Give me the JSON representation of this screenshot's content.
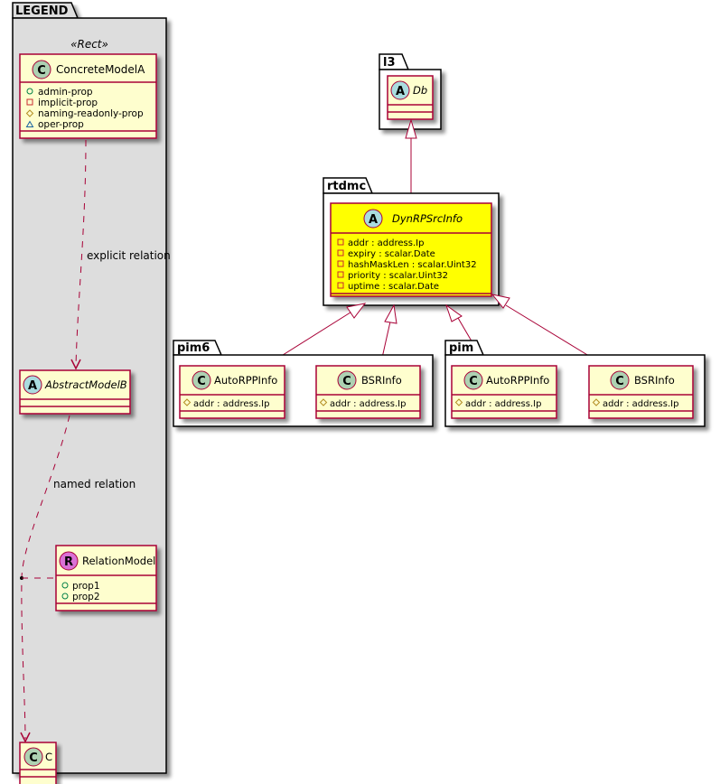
{
  "colors": {
    "class_fill": "#FEFECE",
    "class_border": "#A80036",
    "highlight_fill": "#FFFF00",
    "legend_fill": "#DDDDDD",
    "package_fill": "#FFFFFF",
    "badge_class": "#ADD1B2",
    "badge_abstract": "#A9DCDF",
    "badge_relation": "#DA70D6",
    "vis_public": "#038048",
    "vis_private": "#C82930",
    "vis_protected": "#B38D22",
    "vis_package": "#1963A0",
    "arrow": "#A80036"
  },
  "legend": {
    "package_label": "LEGEND",
    "stereotype": "«Rect»",
    "concrete": {
      "badge": "C",
      "name": "ConcreteModelA",
      "props": [
        {
          "vis": "public",
          "name": "admin-prop"
        },
        {
          "vis": "private",
          "name": "implicit-prop"
        },
        {
          "vis": "protected",
          "name": "naming-readonly-prop"
        },
        {
          "vis": "package",
          "name": "oper-prop"
        }
      ]
    },
    "explicit_relation_label": "explicit relation",
    "abstract": {
      "badge": "A",
      "name": "AbstractModelB"
    },
    "named_relation_label": "named relation",
    "relation": {
      "badge": "R",
      "name": "RelationModel",
      "props": [
        {
          "vis": "public",
          "name": "prop1"
        },
        {
          "vis": "public",
          "name": "prop2"
        }
      ]
    },
    "target": {
      "badge": "C",
      "name": "C"
    }
  },
  "packages": {
    "l3": {
      "label": "l3",
      "classes": [
        {
          "badge": "A",
          "name": "Db",
          "abstract": true,
          "props": []
        }
      ]
    },
    "rtdmc": {
      "label": "rtdmc",
      "classes": [
        {
          "badge": "A",
          "name": "DynRPSrcInfo",
          "abstract": true,
          "highlighted": true,
          "props": [
            {
              "vis": "private",
              "text": "addr : address.Ip"
            },
            {
              "vis": "private",
              "text": "expiry : scalar.Date"
            },
            {
              "vis": "private",
              "text": "hashMaskLen : scalar.Uint32"
            },
            {
              "vis": "private",
              "text": "priority : scalar.Uint32"
            },
            {
              "vis": "private",
              "text": "uptime : scalar.Date"
            }
          ]
        }
      ]
    },
    "pim6": {
      "label": "pim6",
      "classes": [
        {
          "badge": "C",
          "name": "AutoRPPInfo",
          "props": [
            {
              "vis": "protected",
              "text": "addr : address.Ip"
            }
          ]
        },
        {
          "badge": "C",
          "name": "BSRInfo",
          "props": [
            {
              "vis": "protected",
              "text": "addr : address.Ip"
            }
          ]
        }
      ]
    },
    "pim": {
      "label": "pim",
      "classes": [
        {
          "badge": "C",
          "name": "AutoRPPInfo",
          "props": [
            {
              "vis": "protected",
              "text": "addr : address.Ip"
            }
          ]
        },
        {
          "badge": "C",
          "name": "BSRInfo",
          "props": [
            {
              "vis": "protected",
              "text": "addr : address.Ip"
            }
          ]
        }
      ]
    }
  }
}
